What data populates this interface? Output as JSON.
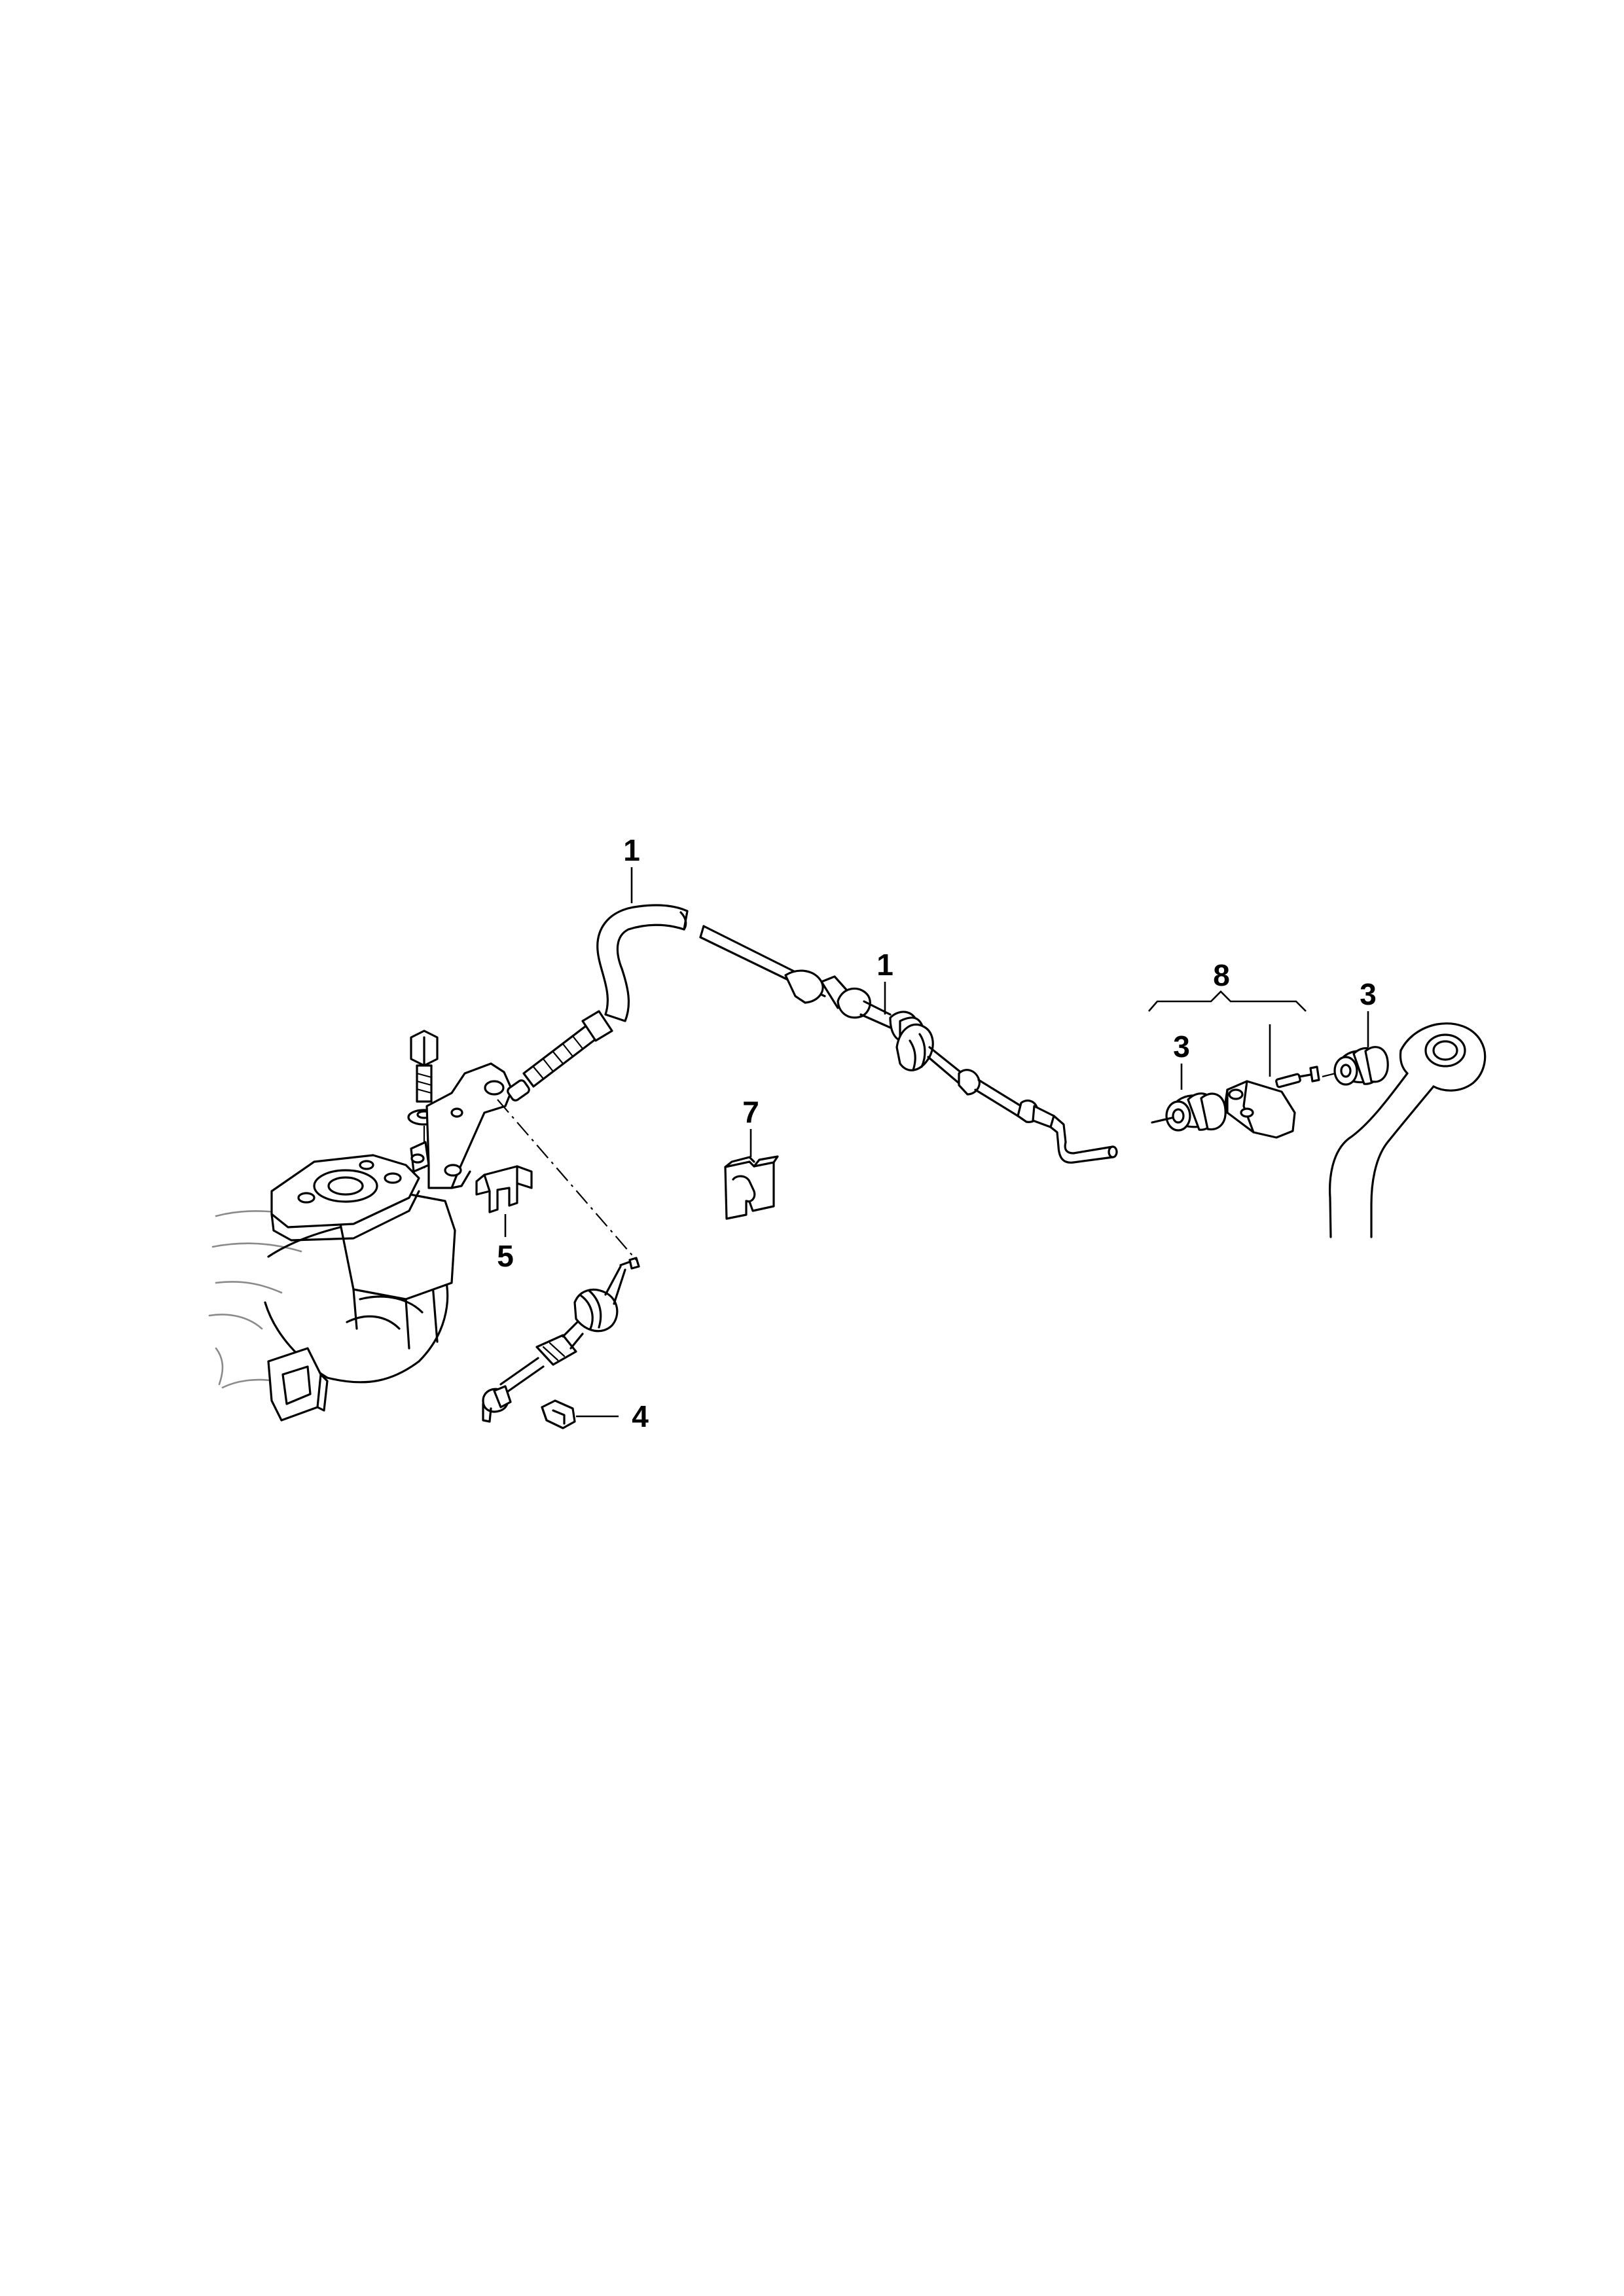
{
  "diagram": {
    "callouts": {
      "upper_cable": "1",
      "lower_cable": "1",
      "grommet_left": "3",
      "grommet_right": "3",
      "clip_small": "4",
      "clip_bracket": "5",
      "retainer_clip": "7",
      "kit": "8"
    }
  }
}
